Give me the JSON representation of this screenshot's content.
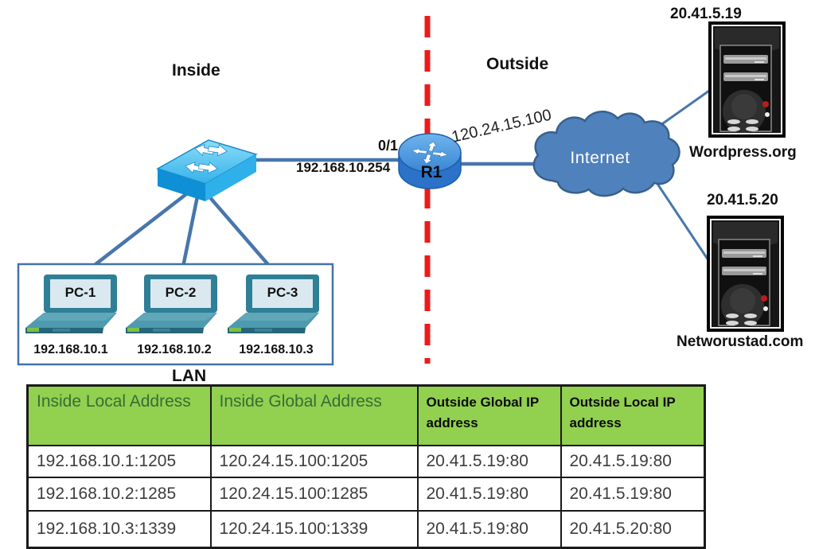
{
  "diagram": {
    "inside_label": "Inside",
    "outside_label": "Outside",
    "lan_label": "LAN",
    "switch_port_label": "0/1",
    "router_lan_ip": "192.168.10.254",
    "router_name": "R1",
    "router_wan_ip": "120.24.15.100",
    "internet_label": "Internet",
    "pcs": [
      {
        "name": "PC-1",
        "ip": "192.168.10.1"
      },
      {
        "name": "PC-2",
        "ip": "192.168.10.2"
      },
      {
        "name": "PC-3",
        "ip": "192.168.10.3"
      }
    ],
    "servers": [
      {
        "ip": "20.41.5.19",
        "name": "Wordpress.org"
      },
      {
        "ip": "20.41.5.20",
        "name": "Networustad.com"
      }
    ],
    "colors": {
      "table_header_green": "#92D050",
      "table_header_text_green": "#356e35",
      "boundary_red": "#EE1A1A",
      "link_blue": "#4876AC",
      "cloud_blue": "#4F81BD",
      "switch_blue": "#2FB0EA",
      "router_blue": "#2B72C8",
      "laptop_teal": "#2F7F96"
    }
  },
  "nat_table": {
    "headers": [
      "Inside Local Address",
      "Inside Global Address",
      "Outside Global IP address",
      "Outside Local IP address"
    ],
    "rows": [
      [
        "192.168.10.1:1205",
        "120.24.15.100:1205",
        "20.41.5.19:80",
        "20.41.5.19:80"
      ],
      [
        "192.168.10.2:1285",
        "120.24.15.100:1285",
        "20.41.5.19:80",
        "20.41.5.19:80"
      ],
      [
        "192.168.10.3:1339",
        "120.24.15.100:1339",
        "20.41.5.19:80",
        "20.41.5.20:80"
      ]
    ]
  }
}
